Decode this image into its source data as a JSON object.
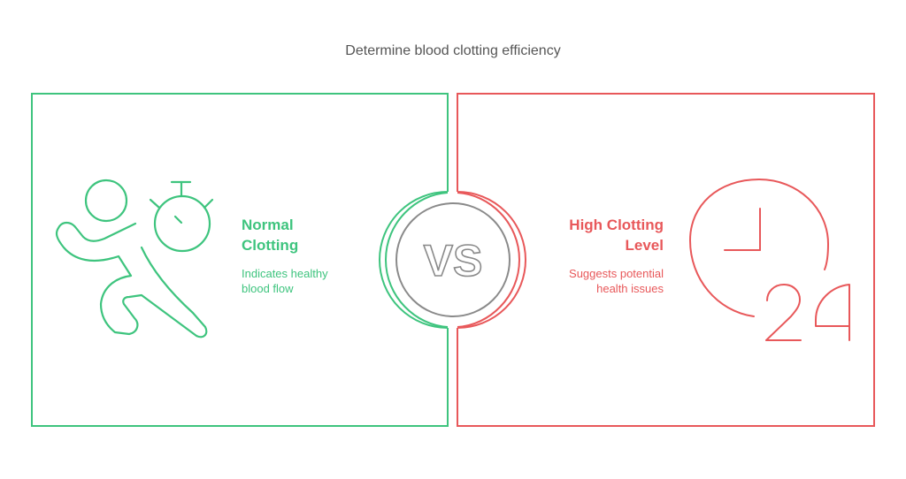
{
  "title": "Determine blood clotting efficiency",
  "colors": {
    "left_accent": "#3ec47e",
    "right_accent": "#e8585a",
    "vs_gray": "#8a8a8a",
    "title_text": "#555555"
  },
  "center": {
    "label": "VS"
  },
  "left": {
    "heading_line1": "Normal",
    "heading_line2": "Clotting",
    "desc_line1": "Indicates healthy",
    "desc_line2": "blood flow",
    "icon": "running-person-stopwatch-icon"
  },
  "right": {
    "heading_line1": "High Clotting",
    "heading_line2": "Level",
    "desc_line1": "Suggests potential",
    "desc_line2": "health issues",
    "icon": "clock-24-hours-icon"
  }
}
